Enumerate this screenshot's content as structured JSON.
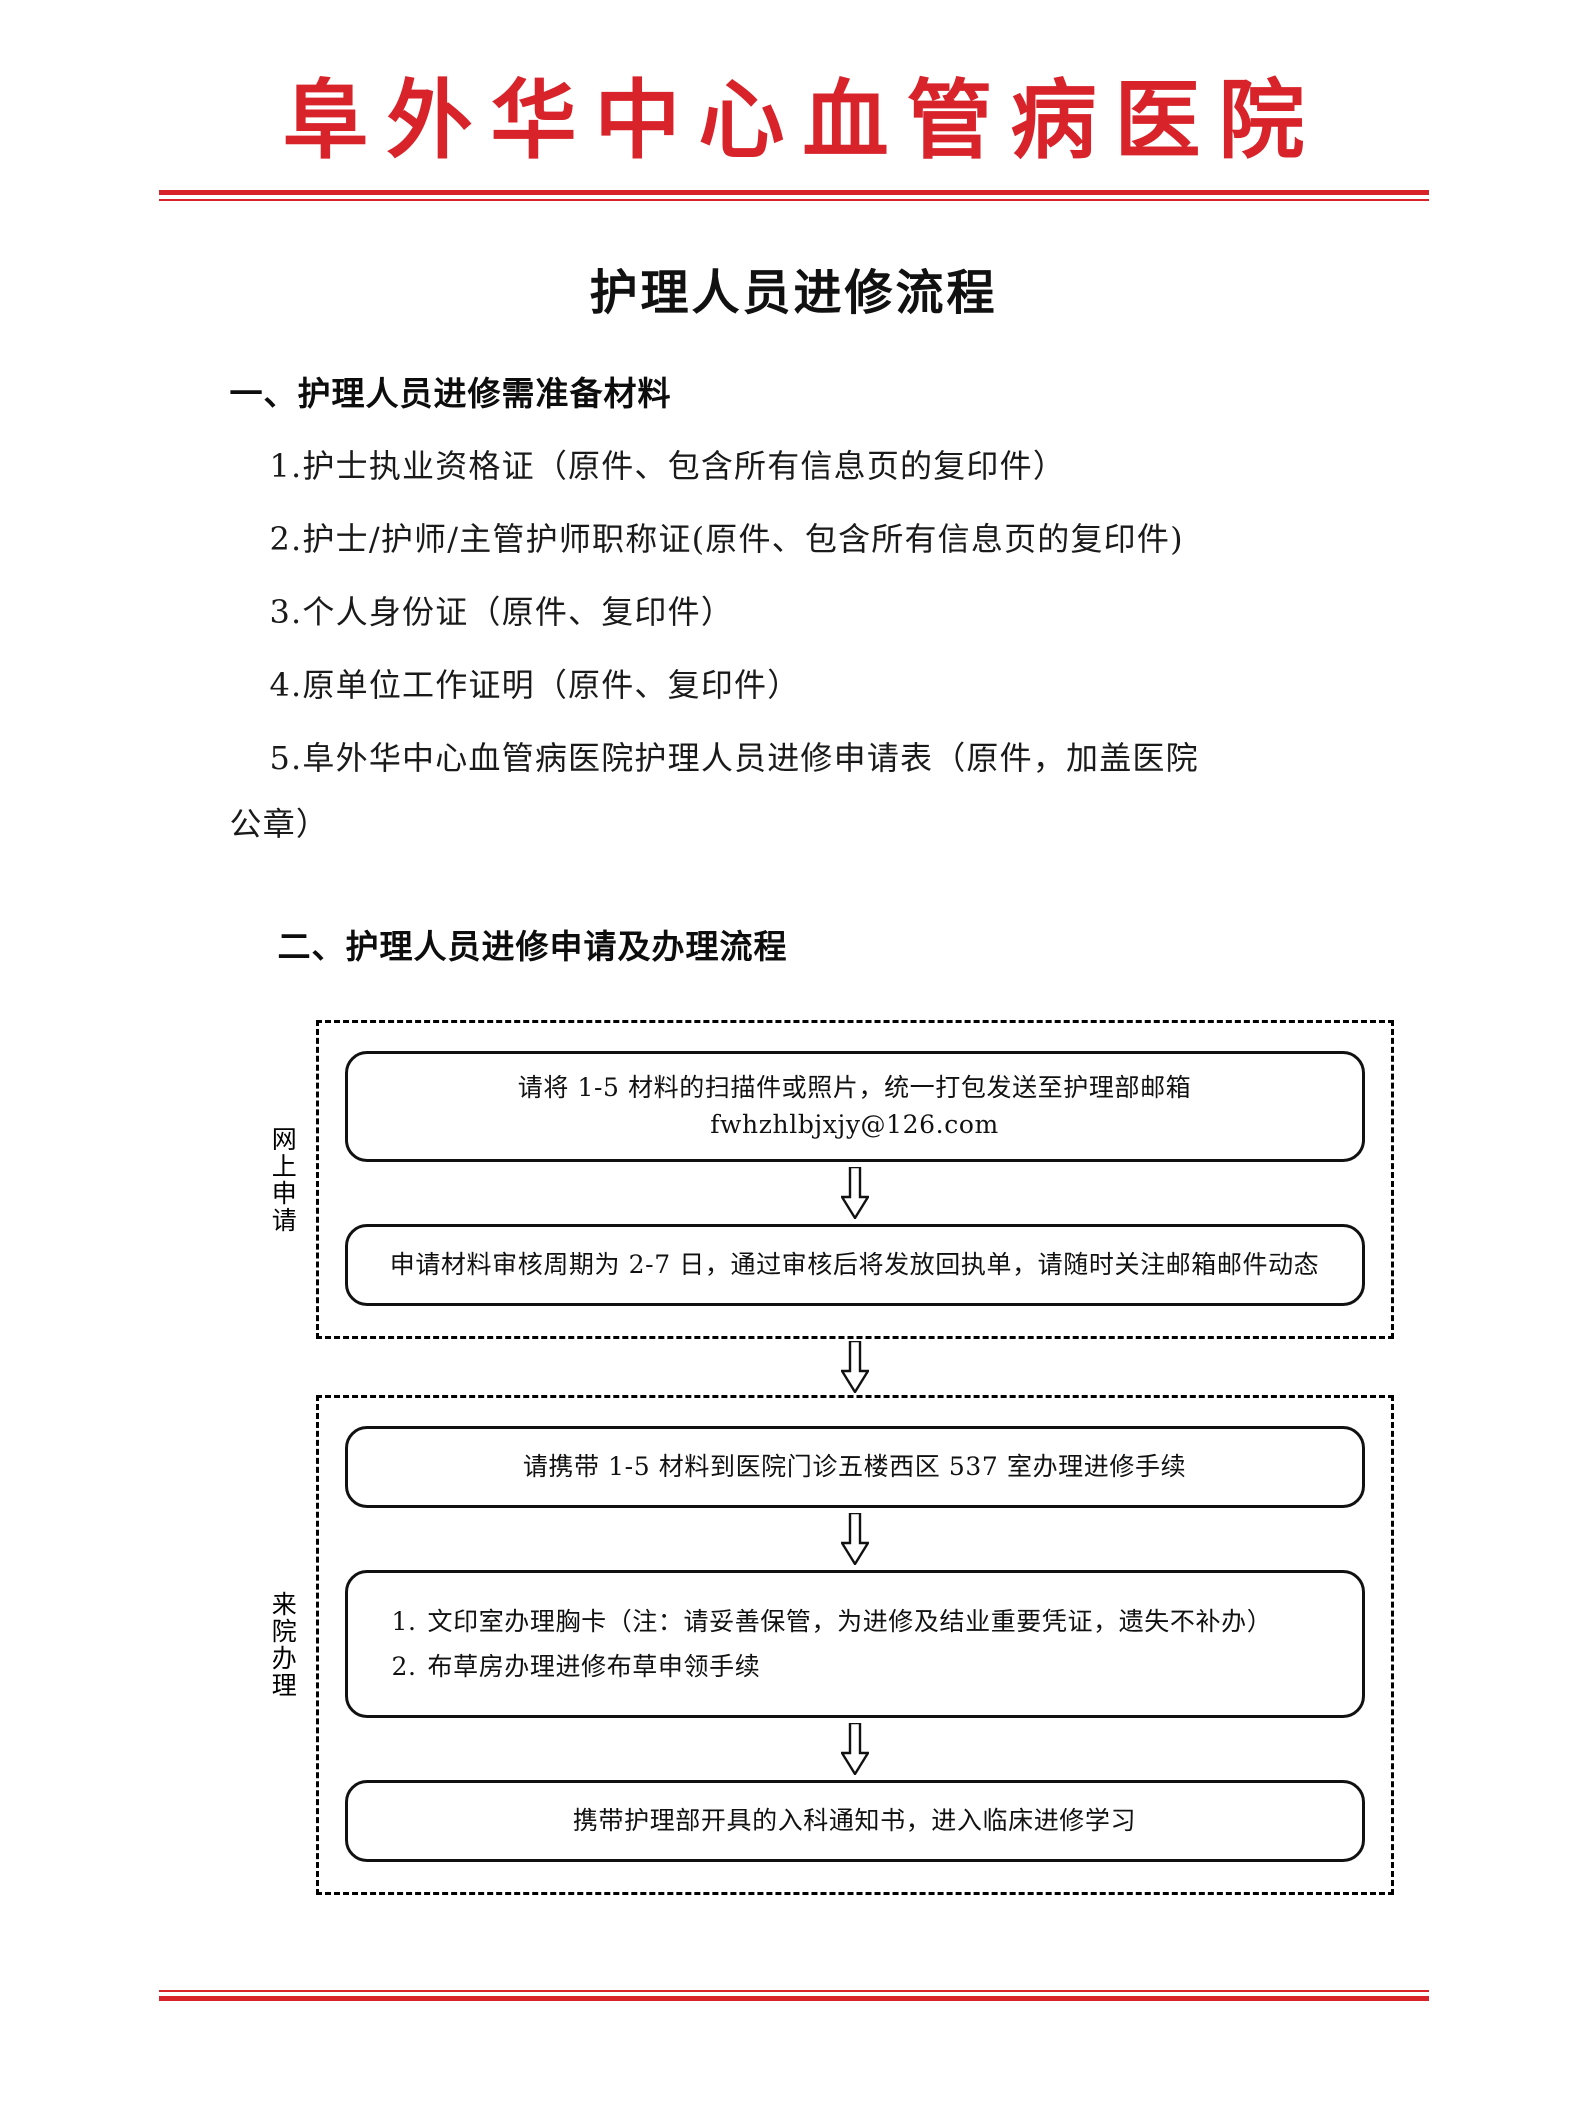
{
  "letterhead": {
    "hospital_name": "阜外华中心血管病医院",
    "brand_color": "#d8232a"
  },
  "document": {
    "title": "护理人员进修流程"
  },
  "sections": [
    {
      "heading": "一、护理人员进修需准备材料",
      "items": [
        "1.护士执业资格证（原件、包含所有信息页的复印件）",
        "2.护士/护师/主管护师职称证(原件、包含所有信息页的复印件)",
        "3.个人身份证（原件、复印件）",
        "4.原单位工作证明（原件、复印件）",
        "5.阜外华中心血管病医院护理人员进修申请表（原件，加盖医院"
      ],
      "item5_continuation": "公章）"
    },
    {
      "heading": "二、护理人员进修申请及办理流程"
    }
  ],
  "flowchart": {
    "stages": [
      {
        "label": "网上申请",
        "nodes": [
          {
            "text": "请将 1-5 材料的扫描件或照片，统一打包发送至护理部邮箱 fwhzhlbjxjy@126.com"
          },
          {
            "text": "申请材料审核周期为 2-7 日，通过审核后将发放回执单，请随时关注邮箱邮件动态"
          }
        ]
      },
      {
        "label": "来院办理",
        "nodes": [
          {
            "text": "请携带 1-5 材料到医院门诊五楼西区 537 室办理进修手续"
          },
          {
            "list": [
              {
                "idx": "1.",
                "text": "文印室办理胸卡（注：请妥善保管，为进修及结业重要凭证，遗失不补办）"
              },
              {
                "idx": "2.",
                "text": "布草房办理进修布草申领手续"
              }
            ]
          },
          {
            "text": "携带护理部开具的入科通知书，进入临床进修学习"
          }
        ]
      }
    ],
    "arrow_icon": "arrow-down-icon"
  }
}
